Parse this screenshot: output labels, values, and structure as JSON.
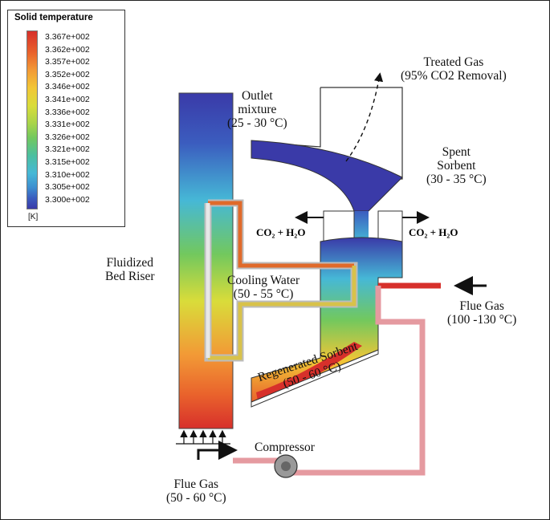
{
  "legend": {
    "title": "Solid temperature",
    "unit": "[K]",
    "ticks": [
      "3.367e+002",
      "3.362e+002",
      "3.357e+002",
      "3.352e+002",
      "3.346e+002",
      "3.341e+002",
      "3.336e+002",
      "3.331e+002",
      "3.326e+002",
      "3.321e+002",
      "3.315e+002",
      "3.310e+002",
      "3.305e+002",
      "3.300e+002"
    ]
  },
  "labels": {
    "treated_gas_1": "Treated Gas",
    "treated_gas_2": "(95% CO2 Removal)",
    "outlet_1": "Outlet",
    "outlet_2": "mixture",
    "outlet_3": "(25 - 30 °C)",
    "spent_1": "Spent",
    "spent_2": "Sorbent",
    "spent_3": "(30 - 35 °C)",
    "co2_left": "CO₂ + H₂O",
    "co2_right": "CO₂ + H₂O",
    "riser_1": "Fluidized",
    "riser_2": "Bed Riser",
    "cooling_1": "Cooling Water",
    "cooling_2": "(50 - 55 °C)",
    "flue_right_1": "Flue Gas",
    "flue_right_2": "(100 -130 °C)",
    "regen_1": "Regenerated  Sorbent",
    "regen_2": "(50 - 60 °C)",
    "compressor": "Compressor",
    "flue_bottom_1": "Flue Gas",
    "flue_bottom_2": "(50 - 60 °C)"
  },
  "colors": {
    "hot": "#d7302b",
    "cold": "#3a3aa8",
    "pipe_hot": "#e06a2a",
    "pipe_warm": "#d8c24a",
    "pipe_flue": "#e59aa0"
  }
}
